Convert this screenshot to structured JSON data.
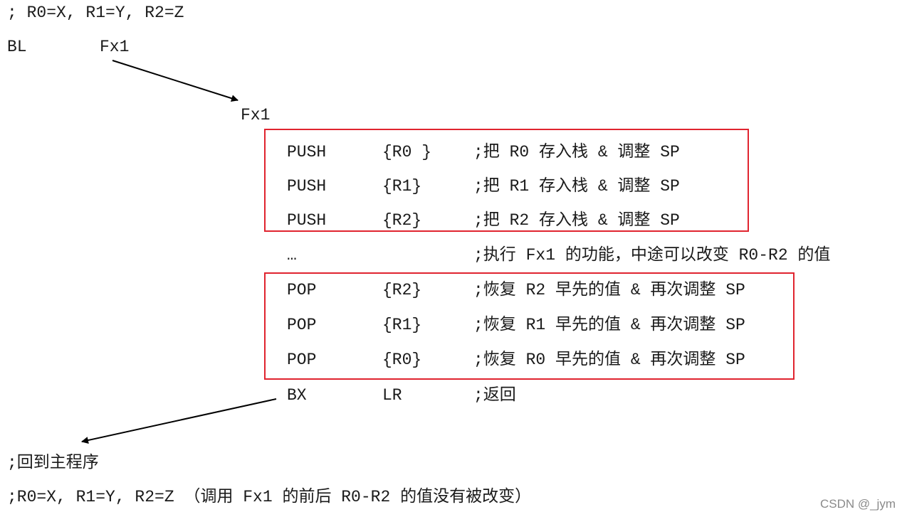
{
  "header": {
    "register_comment": "; R0=X, R1=Y, R2=Z",
    "call_mnemonic": "BL",
    "call_target": "Fx1"
  },
  "function_label": "Fx1",
  "push_block": [
    {
      "op": "PUSH",
      "arg": "{R0 }",
      "comment": ";把 R0 存入栈 & 调整 SP"
    },
    {
      "op": "PUSH",
      "arg": "{R1}",
      "comment": ";把 R1 存入栈 & 调整 SP"
    },
    {
      "op": "PUSH",
      "arg": "{R2}",
      "comment": ";把 R2 存入栈 & 调整 SP"
    }
  ],
  "body_line": {
    "op": "…",
    "comment": ";执行 Fx1 的功能，中途可以改变 R0-R2 的值"
  },
  "pop_block": [
    {
      "op": "POP",
      "arg": "{R2}",
      "comment": ";恢复 R2 早先的值 & 再次调整 SP"
    },
    {
      "op": "POP",
      "arg": "{R1}",
      "comment": ";恢复 R1 早先的值 & 再次调整 SP"
    },
    {
      "op": "POP",
      "arg": "{R0}",
      "comment": ";恢复 R0 早先的值 & 再次调整 SP"
    }
  ],
  "return_line": {
    "op": "BX",
    "arg": "LR",
    "comment": ";返回"
  },
  "footer": {
    "return_comment": ";回到主程序",
    "summary_comment": ";R0=X, R1=Y, R2=Z （调用 Fx1 的前后 R0-R2 的值没有被改变）"
  },
  "watermark": "CSDN @_jym",
  "colors": {
    "highlight_box": "#e0242f",
    "text": "#1a1a1a",
    "arrow": "#000000"
  }
}
